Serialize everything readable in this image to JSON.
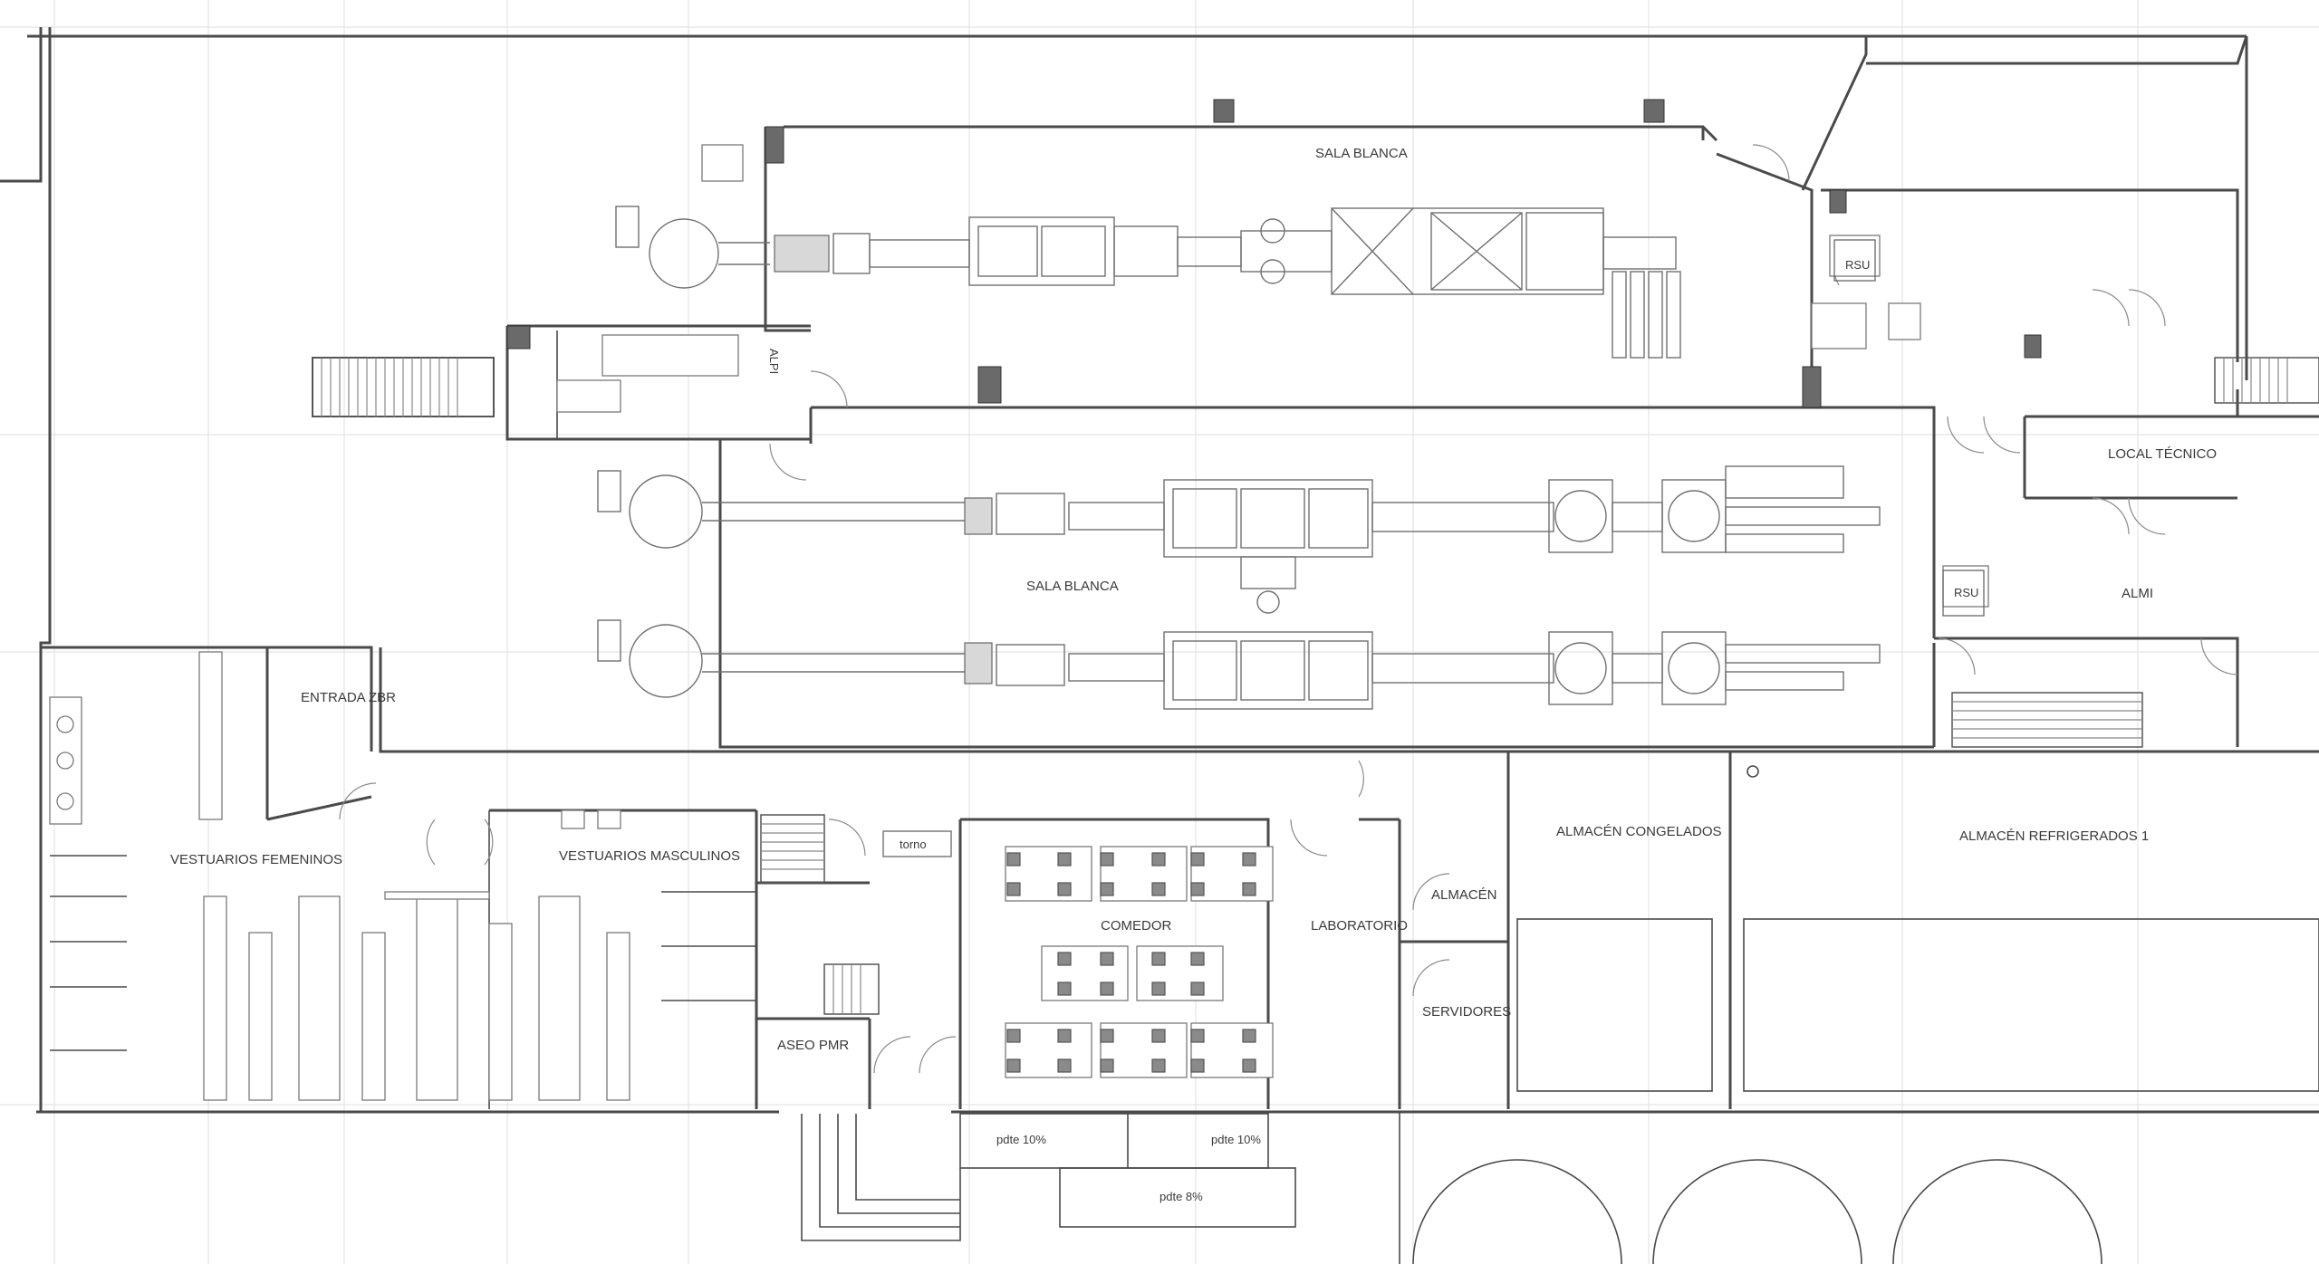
{
  "rooms": {
    "sala_blanca_top": "SALA BLANCA",
    "sala_blanca_main": "SALA BLANCA",
    "rsu_top": "RSU",
    "rsu_bottom": "RSU",
    "local_tecnico": "LOCAL TÉCNICO",
    "almi": "ALMI",
    "alpi": "ALPI",
    "entrada_zbr": "ENTRADA ZBR",
    "vestuarios_femeninos": "VESTUARIOS FEMENINOS",
    "vestuarios_masculinos": "VESTUARIOS MASCULINOS",
    "torno": "torno",
    "comedor": "COMEDOR",
    "laboratorio": "LABORATORIO",
    "almacen": "ALMACÉN",
    "servidores": "SERVIDORES",
    "almacen_congelados": "ALMACÉN CONGELADOS",
    "almacen_refrigerados": "ALMACÉN REFRIGERADOS 1",
    "aseo_pmr": "ASEO PMR"
  },
  "ramps": {
    "ramp_a": "pdte 10%",
    "ramp_b": "pdte 10%",
    "ramp_c": "pdte 8%"
  },
  "colors": {
    "walls": "#4a4a4a",
    "machinery": "#707070",
    "grid": "#e4e4e4",
    "background": "#ffffff"
  }
}
